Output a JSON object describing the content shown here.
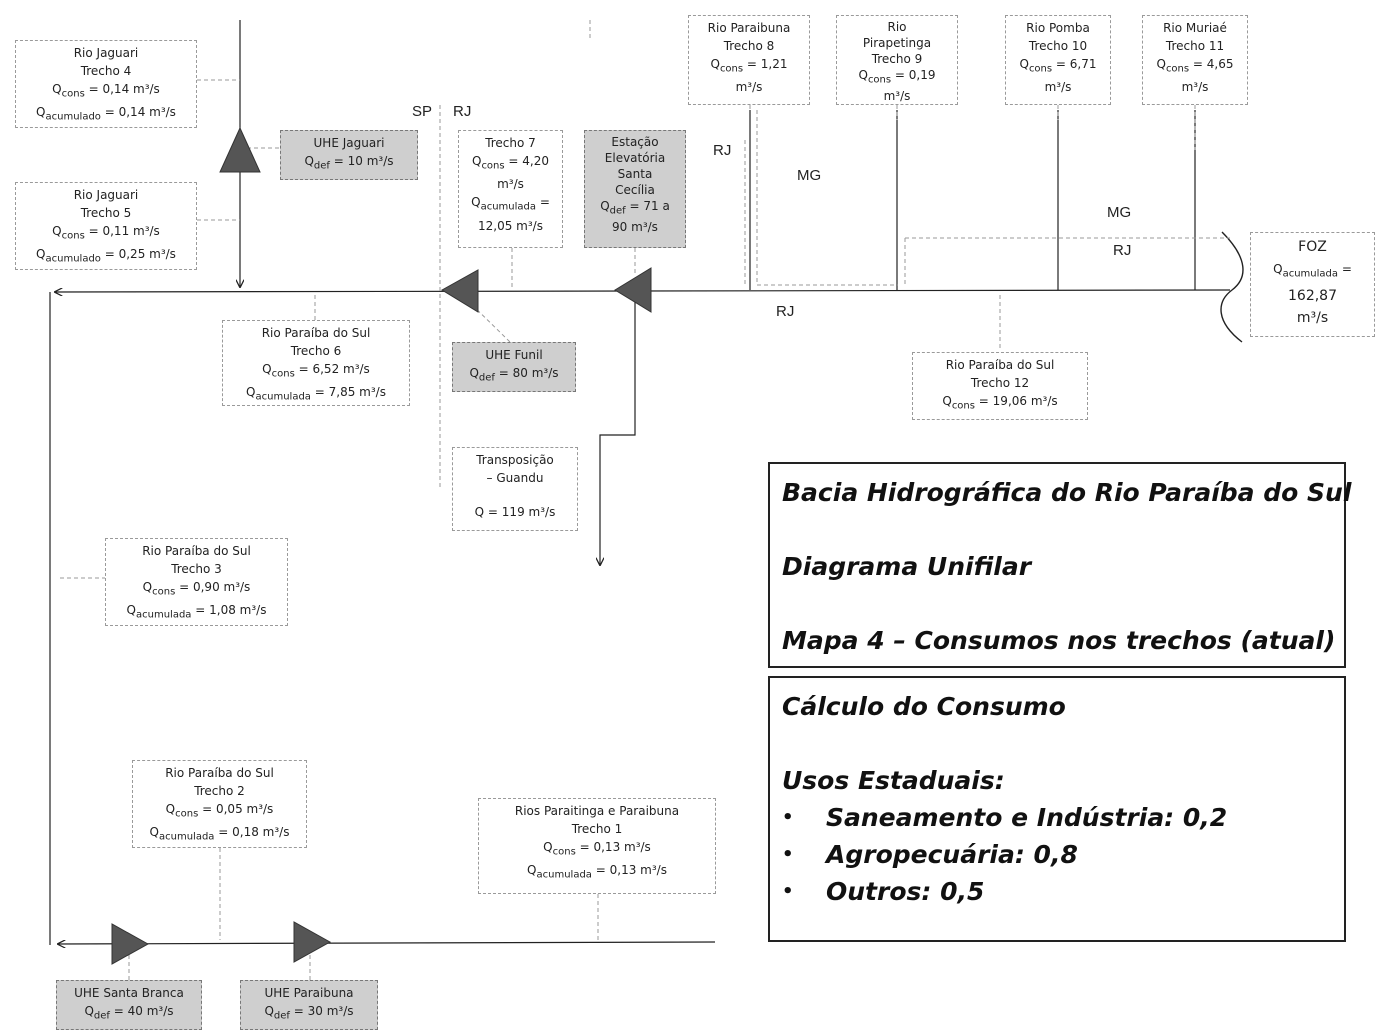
{
  "labels": {
    "sp": "SP",
    "rj_top": "RJ",
    "rj_left": "RJ",
    "mg_1": "MG",
    "mg_2": "MG",
    "rj_mid": "RJ",
    "rj_bottom": "RJ"
  },
  "boxes": {
    "jaguari4": {
      "name": "Rio Jaguari",
      "trecho": "Trecho 4",
      "qcons": "Q<sub>cons</sub> = 0,14 m³/s",
      "qacum": "Q<sub>acumulado</sub> = 0,14 m³/s"
    },
    "jaguari5": {
      "name": "Rio Jaguari",
      "trecho": "Trecho 5",
      "qcons": "Q<sub>cons</sub> = 0,11 m³/s",
      "qacum": "Q<sub>acumulado</sub> = 0,25 m³/s"
    },
    "uhe_jaguari": {
      "name": "UHE Jaguari",
      "qdef": "Q<sub>def</sub> = 10 m³/s"
    },
    "trecho6": {
      "name": "Rio Paraíba do Sul",
      "trecho": "Trecho 6",
      "qcons": "Q<sub>cons</sub> = 6,52 m³/s",
      "qacum": "Q<sub>acumulada</sub> = 7,85 m³/s"
    },
    "trecho7": {
      "trecho": "Trecho 7",
      "qcons": "Q<sub>cons</sub> = 4,20",
      "qcons_unit": "m³/s",
      "qacum": "Q<sub>acumulada</sub> =",
      "qacum_val": "12,05 m³/s"
    },
    "estacao": {
      "l1": "Estação",
      "l2": "Elevatória",
      "l3": "Santa",
      "l4": "Cecília",
      "qdef": "Q<sub>def</sub> = 71 a",
      "qdef2": "90 m³/s"
    },
    "uhe_funil": {
      "name": "UHE Funil",
      "qdef": "Q<sub>def</sub> = 80 m³/s"
    },
    "transposicao": {
      "l1": "Transposição",
      "l2": "– Guandu",
      "q": "Q = 119 m³/s"
    },
    "paraibuna8": {
      "name": "Rio Paraibuna",
      "trecho": "Trecho 8",
      "qcons": "Q<sub>cons</sub> = 1,21",
      "unit": "m³/s"
    },
    "pirapetinga9": {
      "name": "Rio",
      "name2": "Pirapetinga",
      "trecho": "Trecho 9",
      "qcons": "Q<sub>cons</sub> = 0,19",
      "unit": "m³/s"
    },
    "pomba10": {
      "name": "Rio Pomba",
      "trecho": "Trecho 10",
      "qcons": "Q<sub>cons</sub> = 6,71",
      "unit": "m³/s"
    },
    "muriae11": {
      "name": "Rio Muriaé",
      "trecho": "Trecho 11",
      "qcons": "Q<sub>cons</sub> = 4,65",
      "unit": "m³/s"
    },
    "foz": {
      "name": "FOZ",
      "qacum": "Q<sub>acumulada</sub> =",
      "val": "162,87",
      "unit": "m³/s"
    },
    "trecho12": {
      "name": "Rio Paraíba do Sul",
      "trecho": "Trecho 12",
      "qcons": "Q<sub>cons</sub> = 19,06 m³/s"
    },
    "trecho3": {
      "name": "Rio Paraíba do Sul",
      "trecho": "Trecho 3",
      "qcons": "Q<sub>cons</sub> = 0,90 m³/s",
      "qacum": "Q<sub>acumulada</sub> = 1,08 m³/s"
    },
    "trecho2": {
      "name": "Rio Paraíba do Sul",
      "trecho": "Trecho 2",
      "qcons": "Q<sub>cons</sub> = 0,05 m³/s",
      "qacum": "Q<sub>acumulada</sub> = 0,18 m³/s"
    },
    "trecho1": {
      "name": "Rios Paraitinga e Paraibuna",
      "trecho": "Trecho 1",
      "qcons": "Q<sub>cons</sub> = 0,13 m³/s",
      "qacum": "Q<sub>acumulada</sub> = 0,13 m³/s"
    },
    "uhe_santa_branca": {
      "name": "UHE Santa Branca",
      "qdef": "Q<sub>def</sub> = 40 m³/s"
    },
    "uhe_paraibuna": {
      "name": "UHE Paraibuna",
      "qdef": "Q<sub>def</sub> = 30 m³/s"
    }
  },
  "title_panel": {
    "line1": "Bacia Hidrográfica do Rio Paraíba do Sul",
    "line2": "Diagrama Unifilar",
    "line3": "Mapa 4 – Consumos nos trechos (atual)"
  },
  "calc_panel": {
    "heading": "Cálculo do Consumo",
    "subheading": "Usos Estaduais:",
    "items": [
      "Saneamento e Indústria: 0,2",
      "Agropecuária: 0,8",
      "Outros: 0,5"
    ]
  },
  "colors": {
    "line": "#222222",
    "dash": "#9a9a9a",
    "dam_fill": "#555555",
    "gray_box": "#cfcfcf"
  }
}
